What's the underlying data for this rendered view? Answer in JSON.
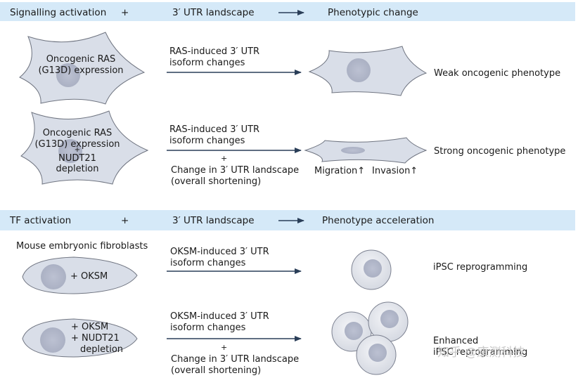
{
  "top_header": {
    "col1": "Signalling activation",
    "plus": "+",
    "col2": "3′ UTR landscape",
    "col3": "Phenotypic change"
  },
  "panel1": {
    "row1": {
      "cell_label_l1": "Oncogenic RAS",
      "cell_label_l2": "(G13D) expression",
      "arrow_l1": "RAS-induced 3′ UTR",
      "arrow_l2": "isoform changes",
      "outcome": "Weak oncogenic phenotype"
    },
    "row2": {
      "cell_label_l1": "Oncogenic RAS",
      "cell_label_l2": "(G13D) expression",
      "cell_label_l3": "+",
      "cell_label_l4": "NUDT21",
      "cell_label_l5": "depletion",
      "arrow_l1": "RAS-induced 3′ UTR",
      "arrow_l2": "isoform changes",
      "plus": "+",
      "arrow_l3": "Change in 3′ UTR landscape",
      "arrow_l4": "(overall shortening)",
      "migration": "Migration↑",
      "invasion": "Invasion↑",
      "outcome": "Strong oncogenic phenotype"
    }
  },
  "bottom_header": {
    "col1": "TF activation",
    "plus": "+",
    "col2": "3′ UTR landscape",
    "col3": "Phenotype acceleration"
  },
  "panel2": {
    "section_label": "Mouse embryonic fibroblasts",
    "row1": {
      "cell_label": "+ OKSM",
      "arrow_l1": "OKSM-induced 3′ UTR",
      "arrow_l2": "isoform changes",
      "outcome": "iPSC reprogramming"
    },
    "row2": {
      "cell_label_l1": "+ OKSM",
      "cell_label_l2": "+ NUDT21",
      "cell_label_l3": "depletion",
      "arrow_l1": "OKSM-induced 3′ UTR",
      "arrow_l2": "isoform changes",
      "plus": "+",
      "arrow_l3": "Change in 3′ UTR landscape",
      "arrow_l4": "(overall shortening)",
      "outcome_l1": "Enhanced",
      "outcome_l2": "iPSC reprogramming"
    }
  },
  "watermark": "知乎 @康测科技",
  "colors": {
    "band": "#d5e9f8",
    "cell_fill": "#d9dee8",
    "cell_stroke": "#6f7480",
    "nucleus": "#b1b6c8",
    "arrow": "#2a3e58"
  }
}
